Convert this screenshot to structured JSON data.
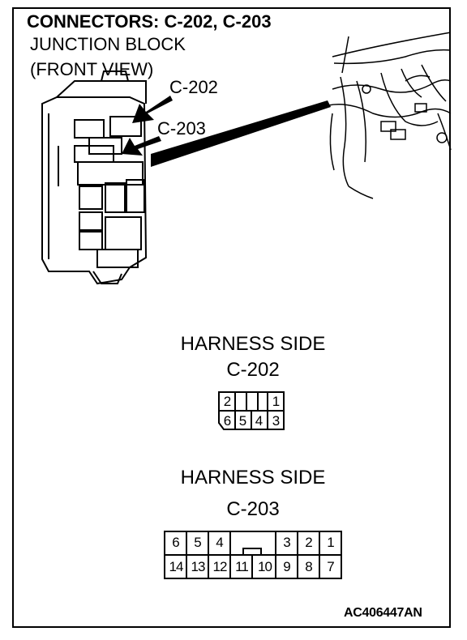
{
  "title": "CONNECTORS: C-202, C-203",
  "subtitle_line1": "JUNCTION BLOCK",
  "subtitle_line2": "(FRONT VIEW)",
  "callouts": {
    "c202": "C-202",
    "c203": "C-203"
  },
  "harness": [
    {
      "heading": "HARNESS SIDE",
      "name": "C-202",
      "top_pins": [
        "2",
        "1"
      ],
      "bottom_pins": [
        "6",
        "5",
        "4",
        "3"
      ]
    },
    {
      "heading": "HARNESS SIDE",
      "name": "C-203",
      "top_pins": [
        "6",
        "5",
        "4",
        "3",
        "2",
        "1"
      ],
      "bottom_pins": [
        "14",
        "13",
        "12",
        "11",
        "10",
        "9",
        "8",
        "7"
      ]
    }
  ],
  "figure_code": "AC406447AN"
}
